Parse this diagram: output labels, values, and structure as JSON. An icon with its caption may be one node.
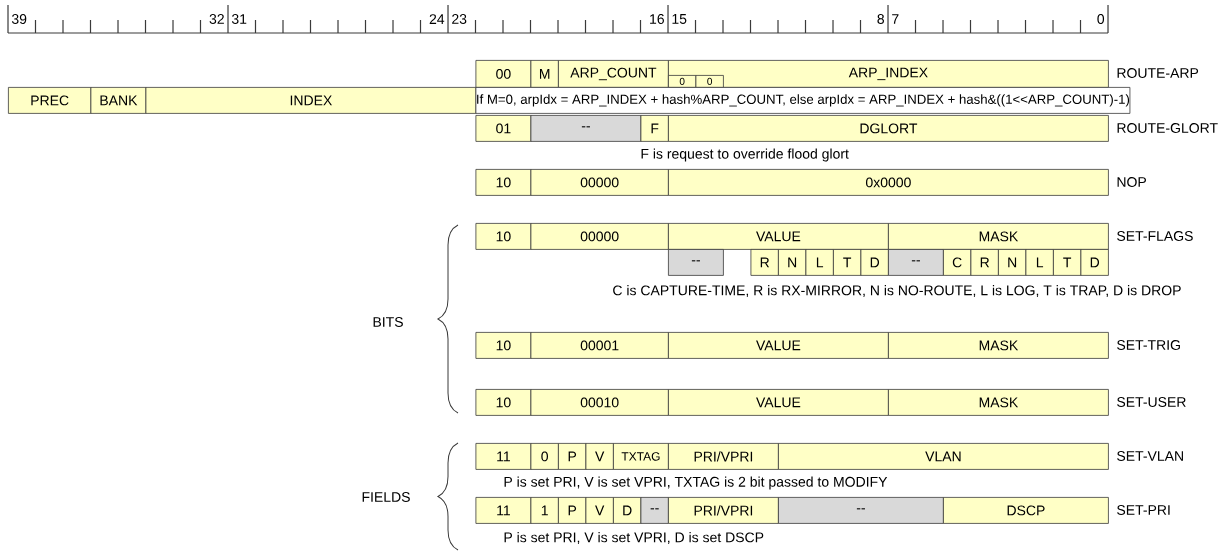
{
  "diagram": {
    "nodes": [
      {
        "text": [
          "00"
        ]
      },
      {
        "text": [
          "M"
        ]
      },
      {
        "text": [
          "ARP_COUNT"
        ]
      },
      {
        "text": [
          "ARP_INDEX"
        ]
      },
      {
        "text": [
          "0"
        ],
        "in": 3
      },
      {
        "text": [
          "0"
        ],
        "in": 3
      },
      {
        "text": [
          "PREC"
        ]
      },
      {
        "text": [
          "BANK"
        ]
      },
      {
        "text": [
          "INDEX"
        ]
      },
      {
        "text": [
          "If M=0, arpIdx = ARP_INDEX + hash%ARP_COUNT, else arpIdx = ARP_INDEX + hash&((1<<ARP_COUNT)-1)"
        ]
      },
      {
        "text": [
          "01"
        ]
      },
      {
        "text": [
          "--"
        ]
      },
      {
        "text": [
          "F"
        ]
      },
      {
        "text": [
          "DGLORT"
        ]
      },
      {
        "text": [
          "10"
        ]
      },
      {
        "text": [
          "00000"
        ]
      },
      {
        "text": [
          "0x0000"
        ]
      },
      {
        "text": [
          "10"
        ]
      },
      {
        "text": [
          "00000"
        ]
      },
      {
        "text": [
          "VALUE"
        ]
      },
      {
        "text": [
          "MASK"
        ]
      },
      {
        "text": [
          "--"
        ]
      },
      {
        "text": [
          "R"
        ]
      },
      {
        "text": [
          "N"
        ]
      },
      {
        "text": [
          "L"
        ]
      },
      {
        "text": [
          "T"
        ]
      },
      {
        "text": [
          "D"
        ]
      },
      {
        "text": [
          "--"
        ]
      },
      {
        "text": [
          "C"
        ]
      },
      {
        "text": [
          "R"
        ]
      },
      {
        "text": [
          "N"
        ]
      },
      {
        "text": [
          "L"
        ]
      },
      {
        "text": [
          "T"
        ]
      },
      {
        "text": [
          "D"
        ]
      },
      {
        "text": [
          "10"
        ]
      },
      {
        "text": [
          "00001"
        ]
      },
      {
        "text": [
          "VALUE"
        ]
      },
      {
        "text": [
          "MASK"
        ]
      },
      {
        "text": [
          "10"
        ]
      },
      {
        "text": [
          "00010"
        ]
      },
      {
        "text": [
          "VALUE"
        ]
      },
      {
        "text": [
          "MASK"
        ]
      },
      {
        "text": [
          "11"
        ]
      },
      {
        "text": [
          "0"
        ]
      },
      {
        "text": [
          "P"
        ]
      },
      {
        "text": [
          "V"
        ]
      },
      {
        "text": [
          "TXTAG"
        ]
      },
      {
        "text": [
          "PRI/VPRI"
        ]
      },
      {
        "text": [
          "VLAN"
        ]
      },
      {
        "text": [
          "11"
        ]
      },
      {
        "text": [
          "1"
        ]
      },
      {
        "text": [
          "P"
        ]
      },
      {
        "text": [
          "V"
        ]
      },
      {
        "text": [
          "D"
        ]
      },
      {
        "text": [
          "--"
        ]
      },
      {
        "text": [
          "PRI/VPRI"
        ]
      },
      {
        "text": [
          "--"
        ]
      },
      {
        "text": [
          "DSCP"
        ]
      }
    ],
    "labels": [
      "39",
      "32",
      "31",
      "24",
      "23",
      "16",
      "15",
      "8",
      "7",
      "0",
      "ROUTE-ARP",
      "ROUTE-GLORT",
      "F is request to override flood glort",
      "NOP",
      "SET-FLAGS",
      "C is CAPTURE-TIME, R is RX-MIRROR, N is NO-ROUTE, L is LOG, T is TRAP, D is DROP",
      "BITS",
      "SET-TRIG",
      "SET-USER",
      "SET-VLAN",
      "P is set PRI, V is set VPRI, TXTAG is 2 bit passed to MODIFY",
      "FIELDS",
      "SET-PRI",
      "P is set PRI, V is set VPRI, D is set DSCP"
    ]
  }
}
